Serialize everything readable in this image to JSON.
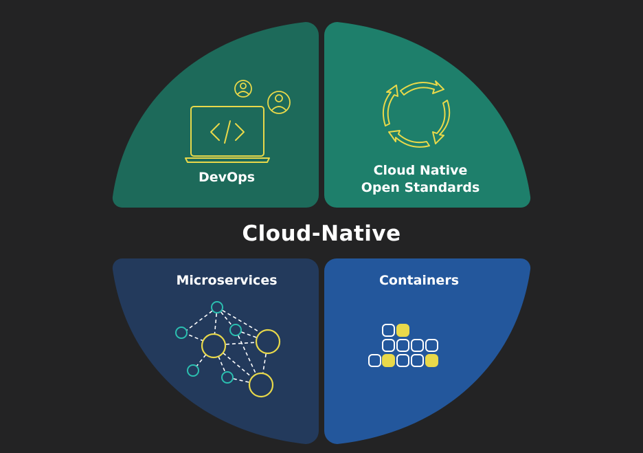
{
  "title": "Cloud-Native",
  "quadrants": [
    {
      "label": "DevOps",
      "color": "#1d6a5a",
      "icon": "laptop-code-with-team-icon"
    },
    {
      "label_line1": "Cloud Native",
      "label_line2": "Open Standards",
      "color": "#1e7f6b",
      "icon": "cycle-arrows-icon"
    },
    {
      "label": "Microservices",
      "color": "#233a5c",
      "icon": "network-nodes-icon"
    },
    {
      "label": "Containers",
      "color": "#23579c",
      "icon": "container-blocks-icon"
    }
  ],
  "colors": {
    "background": "#232324",
    "icon_yellow": "#e9d94a",
    "icon_teal": "#2bbfb0",
    "icon_white": "#ffffff",
    "text": "#ffffff"
  }
}
